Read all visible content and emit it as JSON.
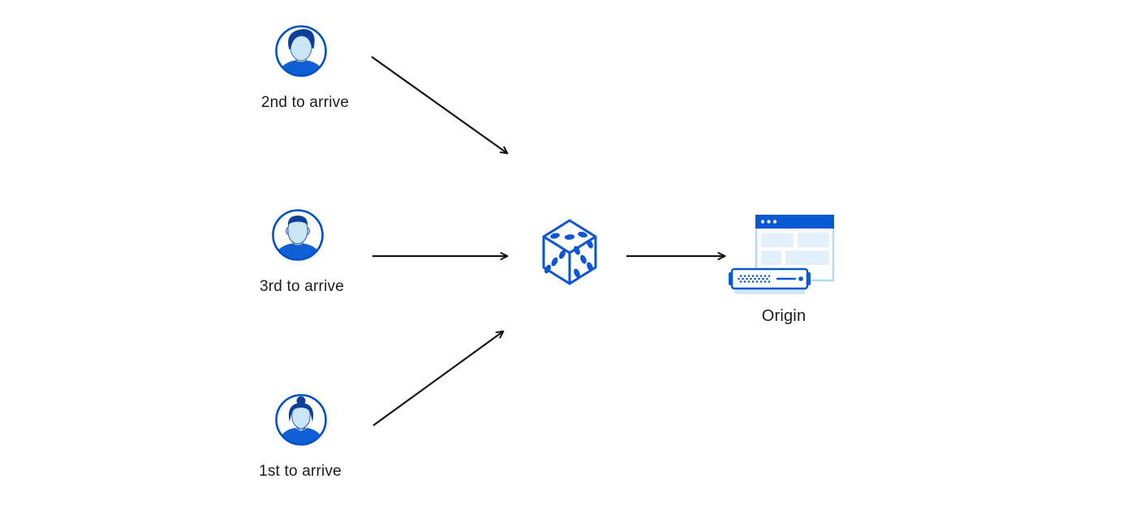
{
  "diagram": {
    "title": "random-steering-to-origin-diagram",
    "nodes": {
      "clients": [
        {
          "id": "client-second",
          "label": "2nd to arrive",
          "icon": "man-avatar-icon"
        },
        {
          "id": "client-third",
          "label": "3rd to arrive",
          "icon": "man-flattop-avatar-icon"
        },
        {
          "id": "client-first",
          "label": "1st to arrive",
          "icon": "woman-avatar-icon"
        }
      ],
      "randomizer": {
        "id": "dice",
        "icon": "dice-icon"
      },
      "origin": {
        "id": "origin",
        "label": "Origin",
        "icon": "origin-server-browser-icon"
      }
    },
    "edges": [
      {
        "from": "client-second",
        "to": "dice"
      },
      {
        "from": "client-third",
        "to": "dice"
      },
      {
        "from": "client-first",
        "to": "dice"
      },
      {
        "from": "dice",
        "to": "origin"
      }
    ],
    "colors": {
      "outline_blue": "#0051c3",
      "fill_blue": "#0b58d4",
      "dark_blue": "#0c3f97",
      "face_light_blue": "#c9e5f6",
      "panel_light_blue": "#e4f0f9",
      "window_border_blue": "#b7d8f1",
      "server_base_blue": "#cfe7f7",
      "arrow_black": "#141414",
      "text_black": "#1c1c1e",
      "background": "#ffffff"
    }
  }
}
